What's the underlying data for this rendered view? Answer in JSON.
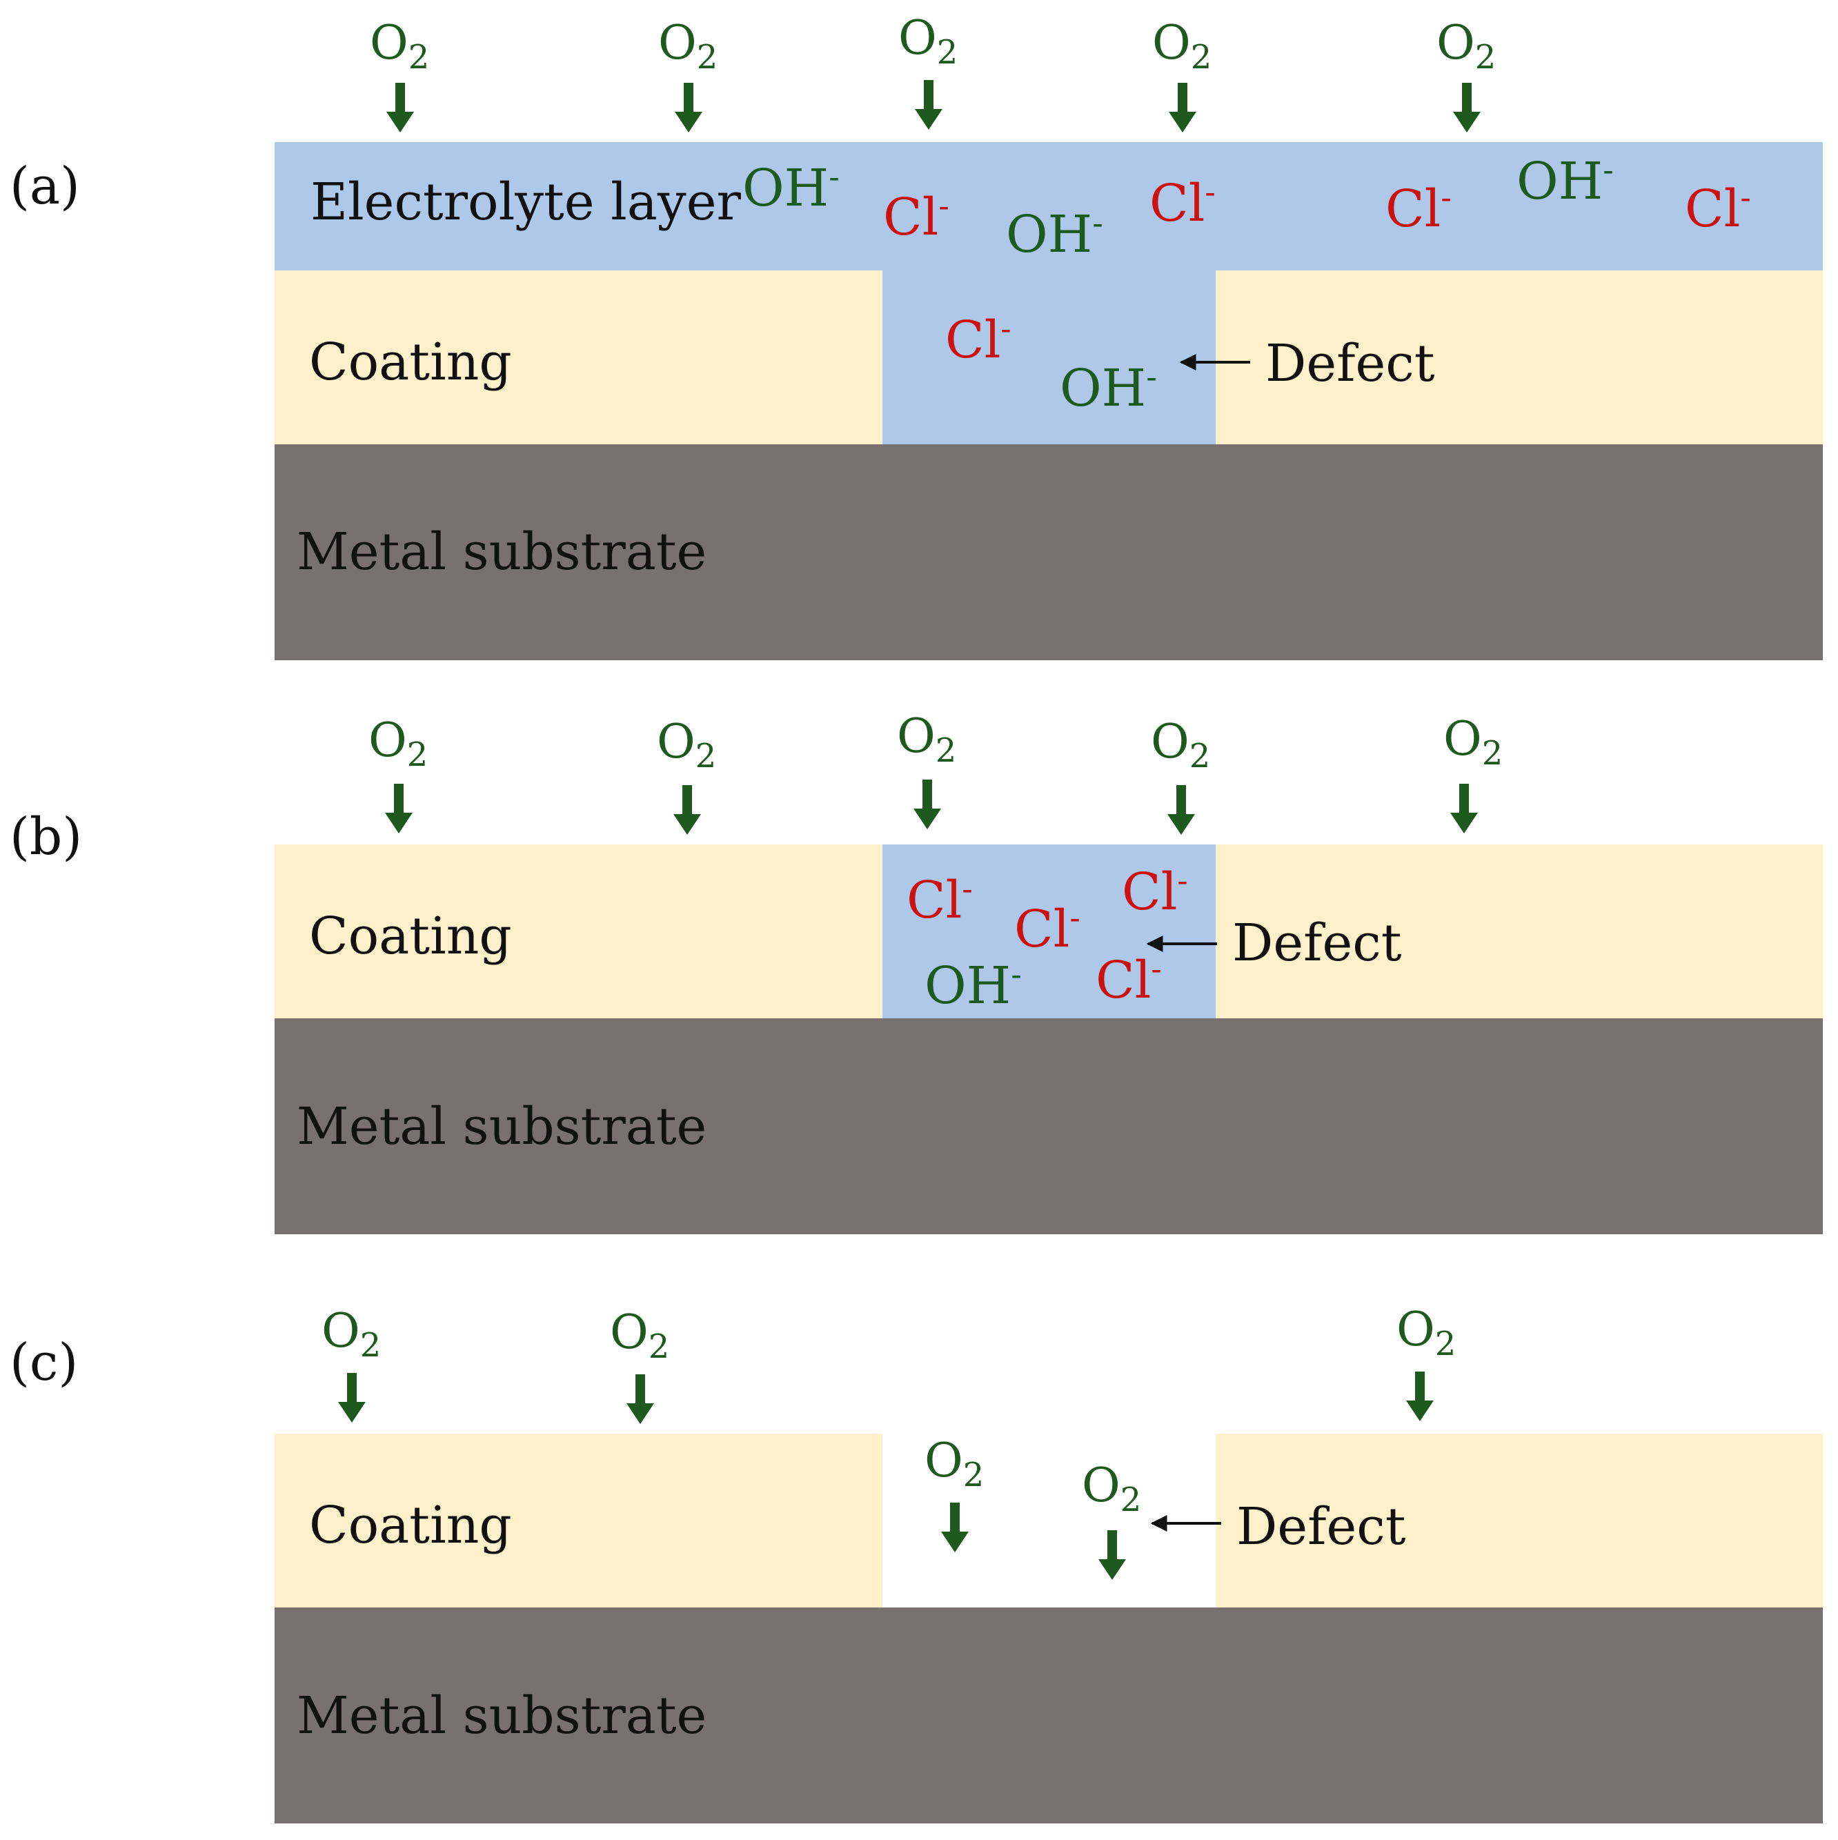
{
  "colors": {
    "electrolyte": "#adc8e8",
    "coating": "#fdf0cb",
    "metal": "#797171",
    "oxygen": "#1e5a1e",
    "hydroxide": "#1e5a1e",
    "chloride": "#cc1111",
    "text": "#111111"
  },
  "panels": [
    {
      "label": "(a)",
      "electrolyte_label": "Electrolyte layer",
      "coating_label": "Coating",
      "metal_label": "Metal substrate",
      "defect_label": "Defect",
      "o2": {
        "base": "O",
        "sub": "2"
      },
      "ions": [
        {
          "base": "OH",
          "charge": "-"
        },
        {
          "base": "Cl",
          "charge": "-"
        },
        {
          "base": "OH",
          "charge": "-"
        },
        {
          "base": "Cl",
          "charge": "-"
        },
        {
          "base": "Cl",
          "charge": "-"
        },
        {
          "base": "OH",
          "charge": "-"
        },
        {
          "base": "Cl",
          "charge": "-"
        },
        {
          "base": "Cl",
          "charge": "-"
        },
        {
          "base": "OH",
          "charge": "-"
        }
      ]
    },
    {
      "label": "(b)",
      "coating_label": "Coating",
      "metal_label": "Metal substrate",
      "defect_label": "Defect",
      "o2": {
        "base": "O",
        "sub": "2"
      },
      "ions": [
        {
          "base": "Cl",
          "charge": "-"
        },
        {
          "base": "Cl",
          "charge": "-"
        },
        {
          "base": "Cl",
          "charge": "-"
        },
        {
          "base": "OH",
          "charge": "-"
        },
        {
          "base": "Cl",
          "charge": "-"
        }
      ]
    },
    {
      "label": "(c)",
      "coating_label": "Coating",
      "metal_label": "Metal substrate",
      "defect_label": "Defect",
      "o2": {
        "base": "O",
        "sub": "2"
      }
    }
  ]
}
